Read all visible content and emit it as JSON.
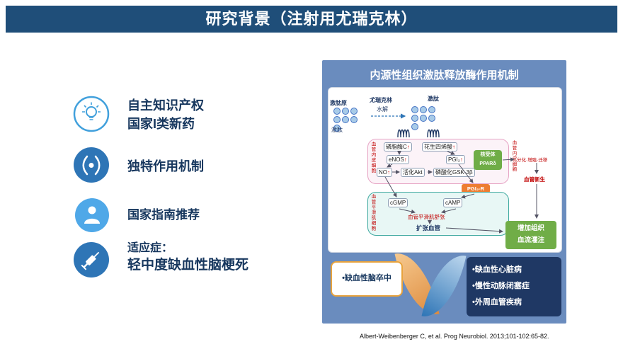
{
  "header": {
    "title": "研究背景（注射用尤瑞克林）"
  },
  "left_items": [
    {
      "icon": "lightbulb-icon",
      "line1": "自主知识产权",
      "line2": "国家I类新药"
    },
    {
      "icon": "mechanism-icon",
      "line1": "独特作用机制"
    },
    {
      "icon": "person-icon",
      "line1": "国家指南推荐"
    },
    {
      "icon": "syringe-icon",
      "line1": "适应症：",
      "line2": "轻中度缺血性脑梗死"
    }
  ],
  "panel": {
    "title": "内源性组织激肽释放酶作用机制",
    "diagram": {
      "up_arrow": "↑",
      "kininogen_label": "激肽原",
      "kinin_small_label": "激肽",
      "urinary_label": "尤瑞克林",
      "hydrolysis_label": "水解",
      "kinin_label": "激肽",
      "endothelial_left": "血管内皮细胞",
      "endothelial_right": "血管内皮细胞",
      "plc": "磷脂酶C",
      "arachidonic": "花生四烯酸",
      "enos": "eNOS",
      "pgi2": "PGI₂",
      "no": "NO",
      "akt": "活化Akt",
      "gsk": "磷酸化GSK-3β",
      "ppar_line1": "核受体",
      "ppar_line2": "PPARδ",
      "diff": "分化·增殖·迁移",
      "angiogenesis": "血管新生",
      "pgi2r": "PGI₂-R",
      "cgmp": "cGMP",
      "camp": "cAMP",
      "smc_label": "血管平滑肌细胞",
      "smc_relax": "血管平滑肌舒张",
      "vasodilation": "扩张血管",
      "perfusion_line1": "增加组织",
      "perfusion_line2": "血流灌注"
    },
    "bottom": {
      "left_box": "•缺血性脑卒中",
      "right_items": [
        "•缺血性心脏病",
        "•慢性动脉闭塞症",
        "•外周血管疾病"
      ]
    }
  },
  "citation": "Albert-Weibenberger C, et al. Prog Neurobiol. 2013;101-102:65-82."
}
